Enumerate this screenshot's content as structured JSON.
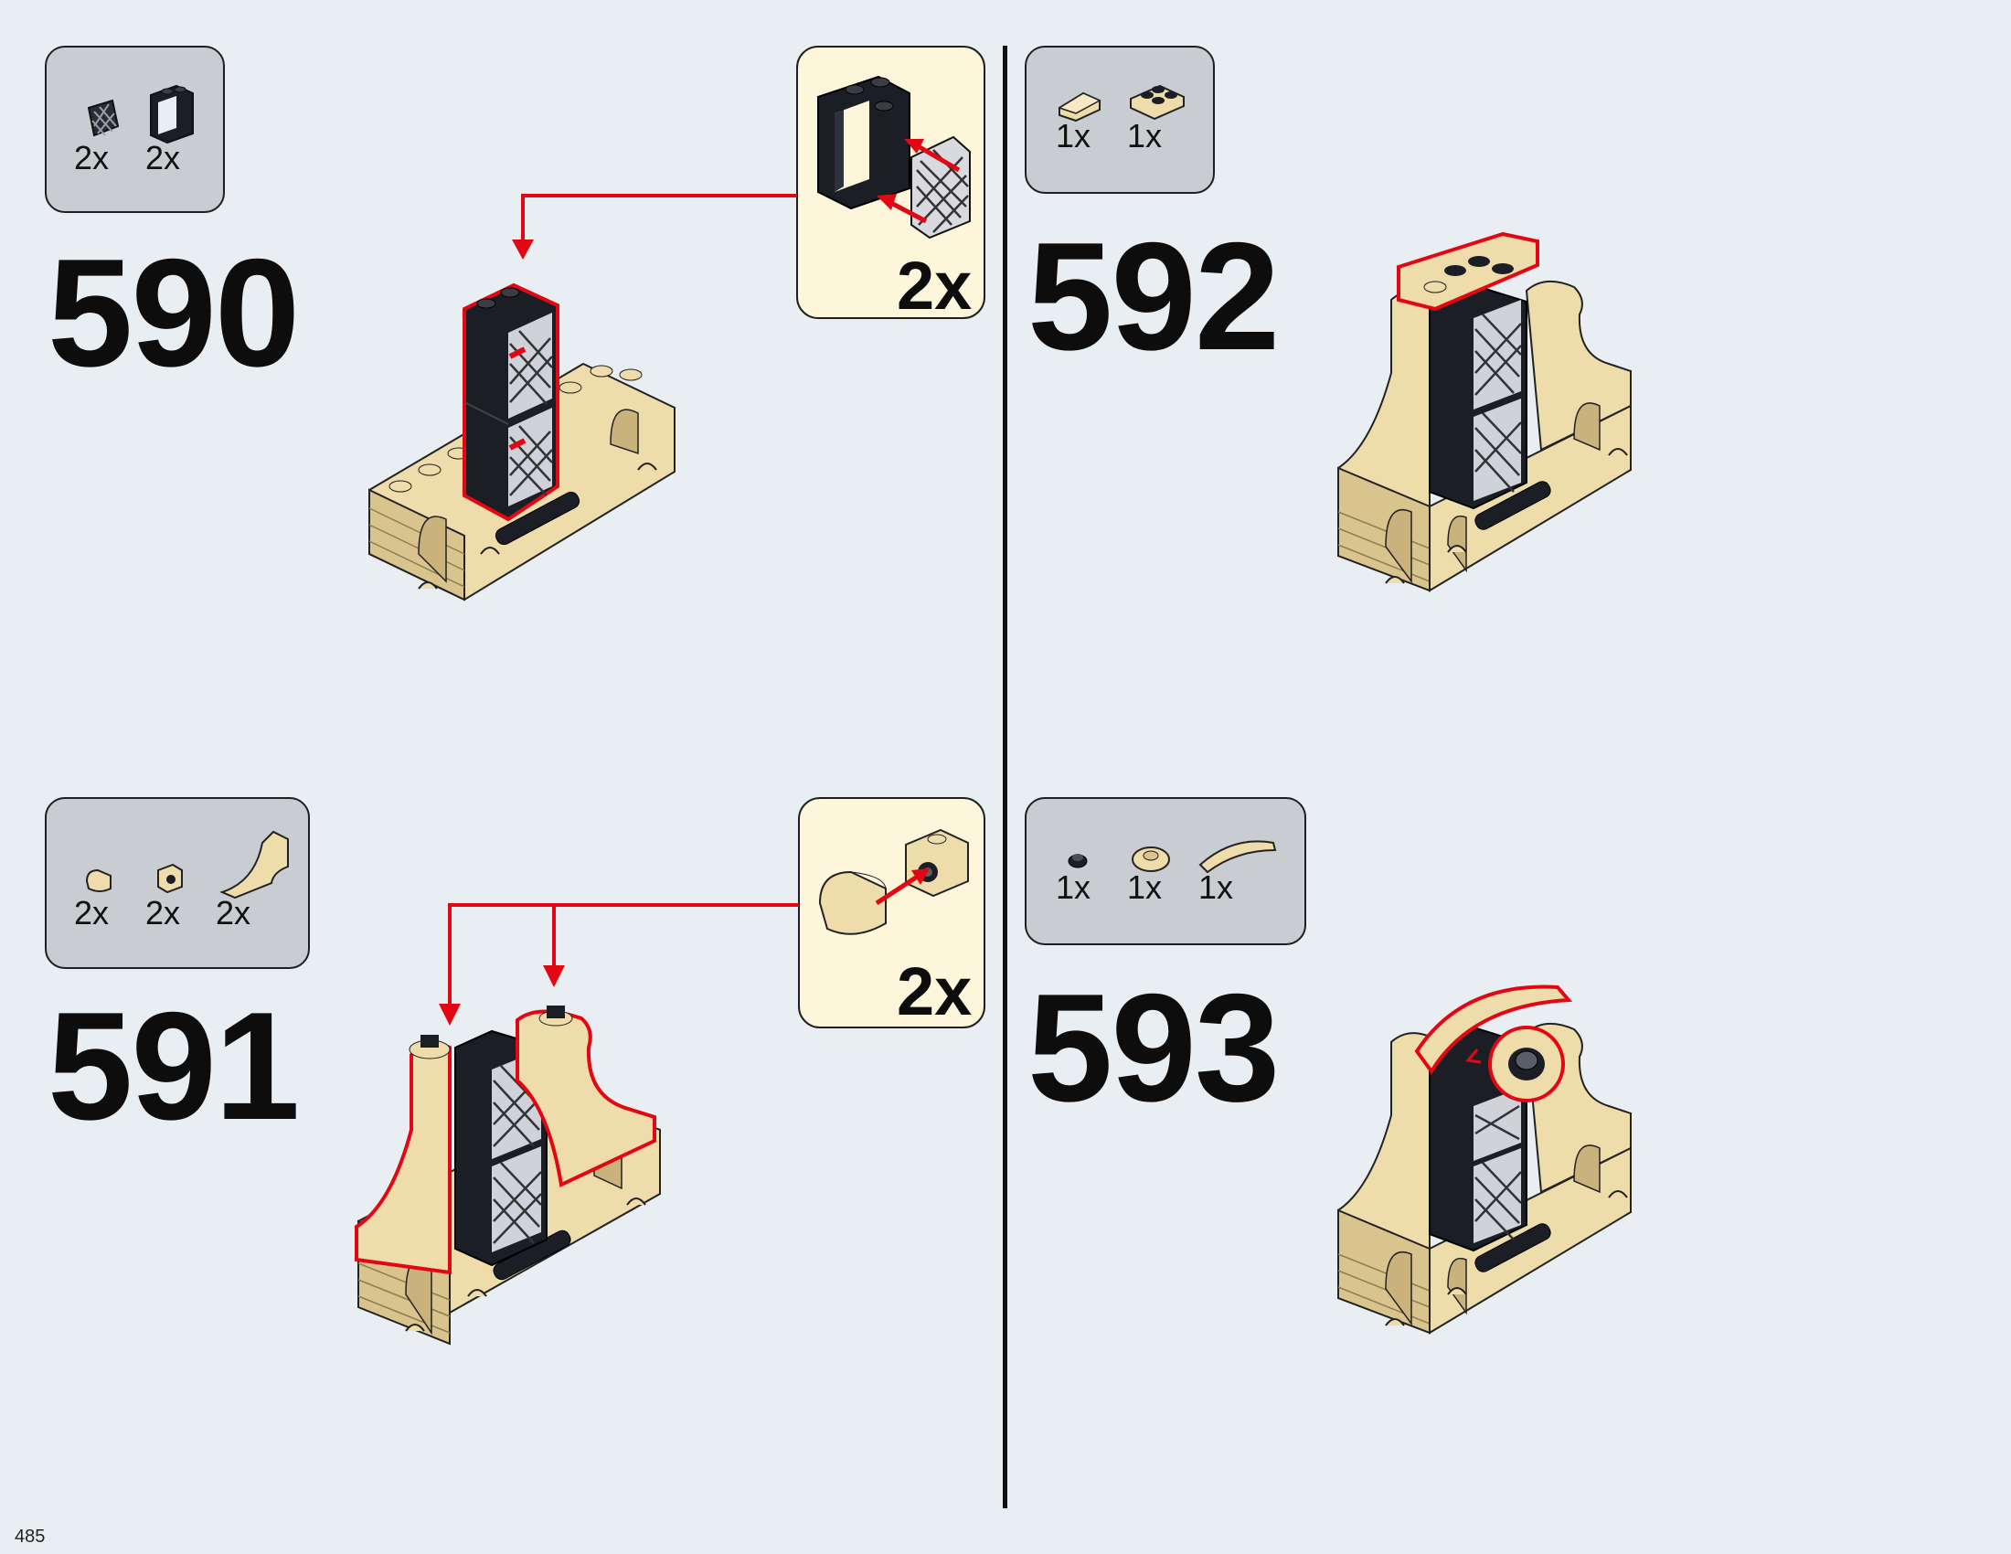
{
  "page_number": "485",
  "steps": [
    {
      "number": "590",
      "parts": [
        "2x",
        "2x"
      ],
      "callout_qty": "2x"
    },
    {
      "number": "591",
      "parts": [
        "2x",
        "2x",
        "2x"
      ],
      "callout_qty": "2x"
    },
    {
      "number": "592",
      "parts": [
        "1x",
        "1x"
      ]
    },
    {
      "number": "593",
      "parts": [
        "1x",
        "1x",
        "1x"
      ]
    }
  ],
  "colors": {
    "tan": "#eedcaa",
    "tan_dark": "#c9b27c",
    "black_brick": "#1c1e26",
    "highlight": "#e30613",
    "parts_bg": "#c9ccd0",
    "callout_bg": "#fdf6da",
    "page_bg": "#e9eef3"
  },
  "icons": [
    "window-frame-icon",
    "lattice-panel-icon",
    "slope-tile-icon",
    "jumper-plate-icon",
    "round-brick-icon",
    "bracket-brick-icon",
    "arch-curve-icon",
    "round-plate-icon",
    "round-tile-icon",
    "curved-slope-icon"
  ]
}
